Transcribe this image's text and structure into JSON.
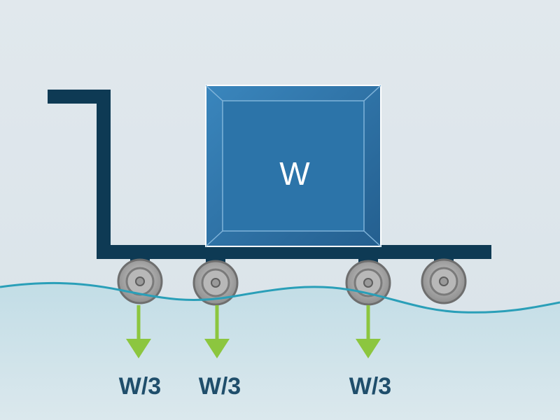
{
  "diagram": {
    "box_label": "W",
    "force_labels": [
      "W/3",
      "W/3",
      "W/3"
    ]
  },
  "colors": {
    "background": "#dde5ea",
    "water": "#c7e0e8",
    "wave_line": "#2a9fb8",
    "cart_frame": "#0e3a54",
    "box_fill": "#2f78ae",
    "box_edge": "#ffffff",
    "wheel_outer": "#8e8e8e",
    "wheel_inner": "#bdbdbd",
    "force_arrow": "#8cc63f",
    "label_text": "#1f4e6b"
  }
}
